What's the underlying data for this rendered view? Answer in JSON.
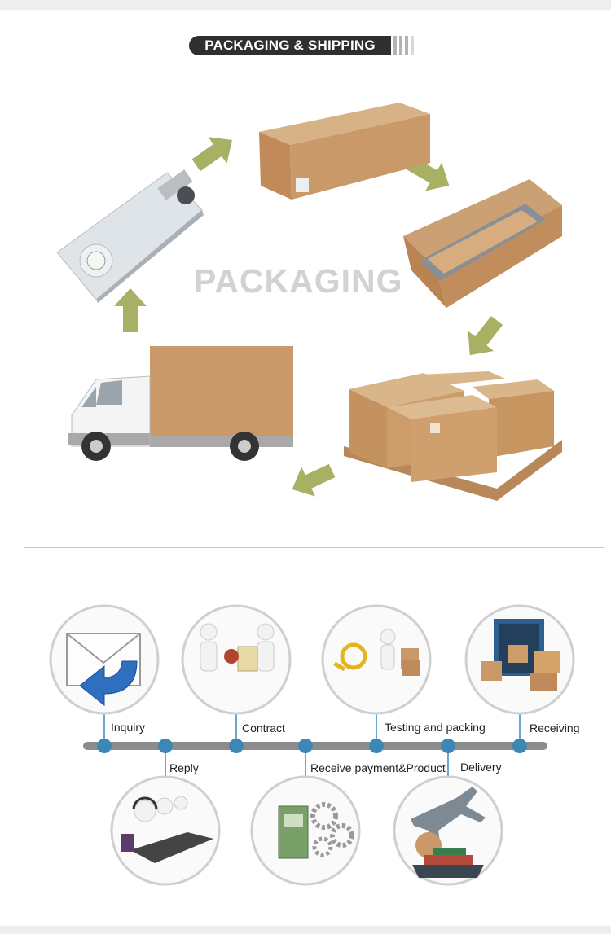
{
  "banner": {
    "title": "PACKAGING & SHIPPING"
  },
  "watermark": "PACKAGING",
  "colors": {
    "arrow": "#a8b064",
    "timeline": "#8c8c8c",
    "dot": "#3d87b6",
    "cardboard": "#c49a6c"
  },
  "timeline": {
    "steps_top": [
      {
        "label": "Inquiry",
        "icon": "envelope-reply-icon"
      },
      {
        "label": "Contract",
        "icon": "handshake-contract-icon"
      },
      {
        "label": "Testing and packing",
        "icon": "testing-packing-icon"
      },
      {
        "label": "Receiving",
        "icon": "container-receiving-icon"
      }
    ],
    "steps_bottom": [
      {
        "label": "Reply",
        "icon": "customer-service-icon"
      },
      {
        "label": "Receive payment&Product",
        "icon": "money-gears-icon"
      },
      {
        "label": "Delivery",
        "icon": "airplane-ship-icon"
      }
    ]
  }
}
